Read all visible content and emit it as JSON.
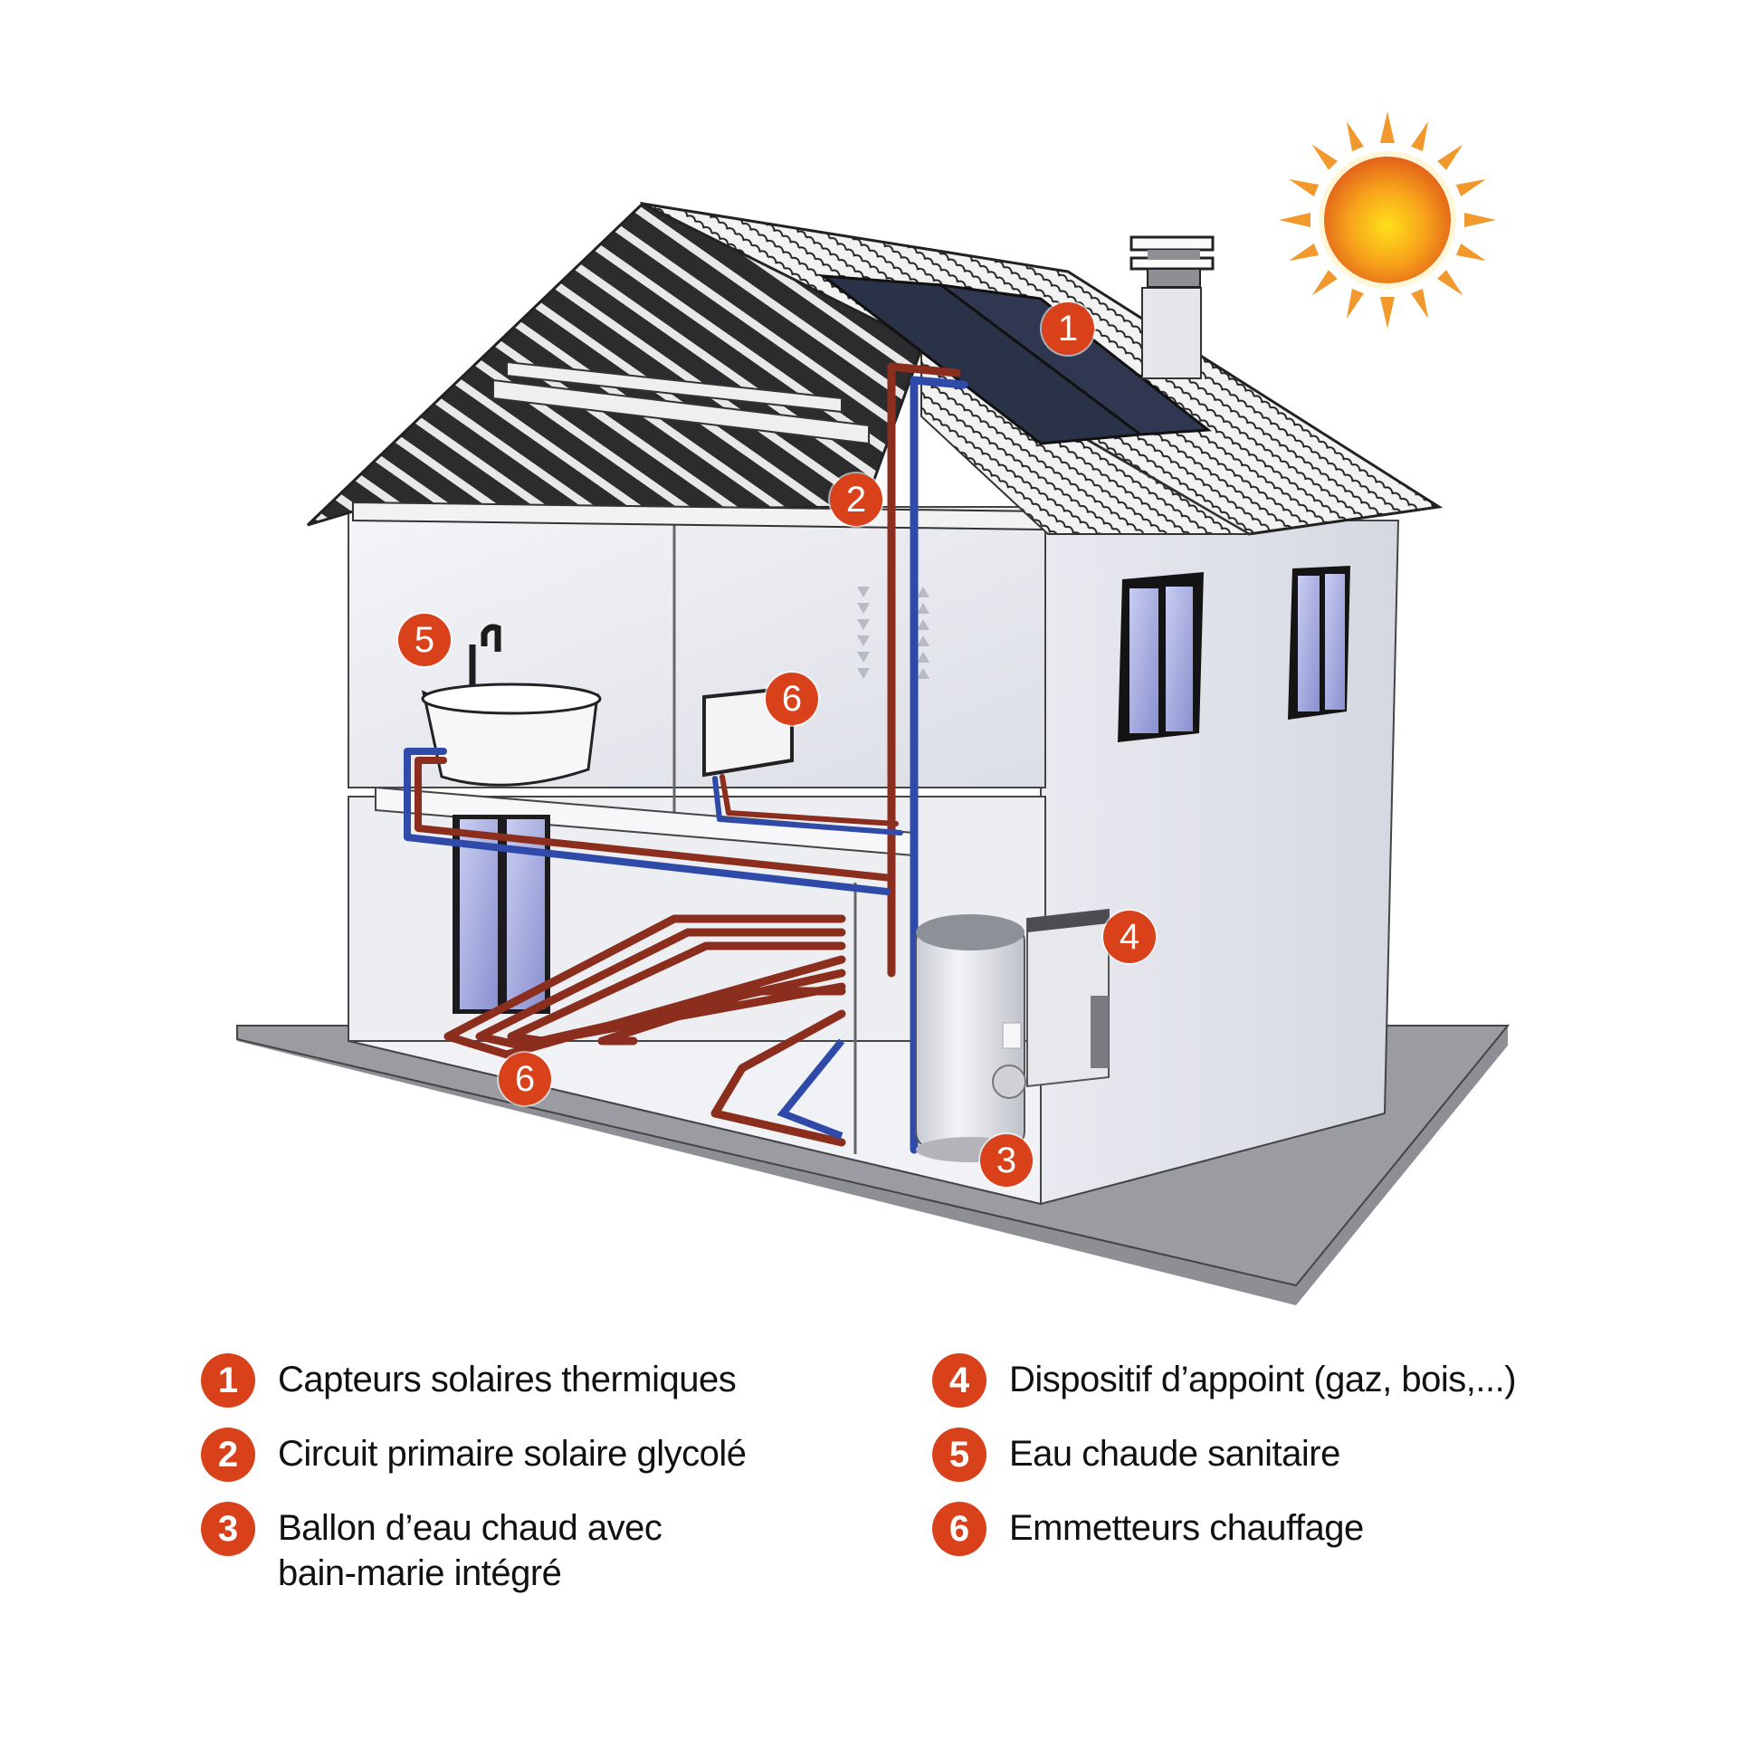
{
  "diagram": {
    "subject": "solar thermal heating system in a house (cutaway)",
    "accent_color": "#d9411b",
    "hot_pipe_color": "#8b2e1e",
    "cold_pipe_color": "#2f4aa8",
    "icons": [
      "sun-icon",
      "solar-panel",
      "chimney",
      "bathtub",
      "radiator",
      "hot-water-tank",
      "boiler",
      "underfloor-heating"
    ]
  },
  "callouts": [
    {
      "number": "1",
      "target": "solar-panel"
    },
    {
      "number": "2",
      "target": "primary-circuit-pipes"
    },
    {
      "number": "5",
      "target": "bathtub"
    },
    {
      "number": "6",
      "target": "radiator"
    },
    {
      "number": "4",
      "target": "boiler"
    },
    {
      "number": "6",
      "target": "underfloor-heating"
    },
    {
      "number": "3",
      "target": "hot-water-tank"
    }
  ],
  "legend": {
    "left": [
      {
        "number": "1",
        "label": "Capteurs solaires thermiques"
      },
      {
        "number": "2",
        "label": "Circuit primaire solaire glycolé"
      },
      {
        "number": "3",
        "label": "Ballon d’eau chaud avec bain-marie intégré"
      }
    ],
    "right": [
      {
        "number": "4",
        "label": "Dispositif d’appoint (gaz, bois,...)"
      },
      {
        "number": "5",
        "label": "Eau chaude sanitaire"
      },
      {
        "number": "6",
        "label": "Emmetteurs chauffage"
      }
    ]
  }
}
